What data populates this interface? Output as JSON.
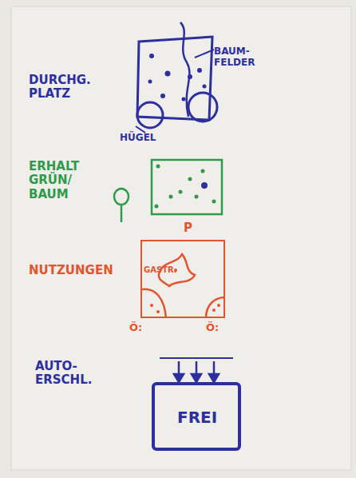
{
  "diagram": {
    "nodes": [
      {
        "text": [
          "P",
          "GASTR.",
          "Ö:",
          "Ö:"
        ]
      },
      {
        "text": [
          "FREI"
        ]
      }
    ],
    "labels": [
      "DURCHG. PLATZ",
      "BAUM-FELDER",
      "HÜGEL",
      "ERHALT GRÜN/ BAUM",
      "NUTZUNGEN",
      "AUTO- ERSCHL."
    ]
  }
}
